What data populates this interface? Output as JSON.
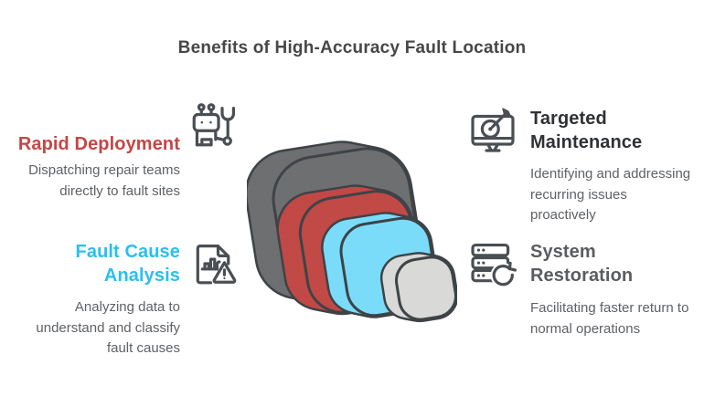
{
  "title": "Benefits of High-Accuracy Fault Location",
  "items": {
    "rapid_deployment": {
      "title": "Rapid Deployment",
      "description": "Dispatching repair teams directly to fault sites",
      "title_color": "#C64545",
      "icon": "robot-wrench-icon"
    },
    "fault_cause_analysis": {
      "title": "Fault Cause Analysis",
      "description": "Analyzing data to understand and classify fault causes",
      "title_color": "#29BFF0",
      "icon": "document-chart-warning-icon"
    },
    "targeted_maintenance": {
      "title": "Targeted Maintenance",
      "description": "Identifying and addressing recurring issues proactively",
      "title_color": "#2F3134",
      "icon": "monitor-target-icon"
    },
    "system_restoration": {
      "title": "System Restoration",
      "description": "Facilitating faster return to normal operations",
      "title_color": "#5A5C5F",
      "icon": "server-refresh-icon"
    }
  },
  "center_graphic": {
    "name": "stacked-3d-blocks",
    "outline_color": "#3E4347",
    "layers": [
      {
        "name": "layer-back",
        "color": "#6E6F71"
      },
      {
        "name": "layer-red",
        "color": "#C14946"
      },
      {
        "name": "layer-cyan",
        "color": "#7BDCFA"
      },
      {
        "name": "layer-front-gray",
        "color": "#D9D9D7"
      }
    ]
  },
  "icon_stroke_color": "#4A4F54"
}
